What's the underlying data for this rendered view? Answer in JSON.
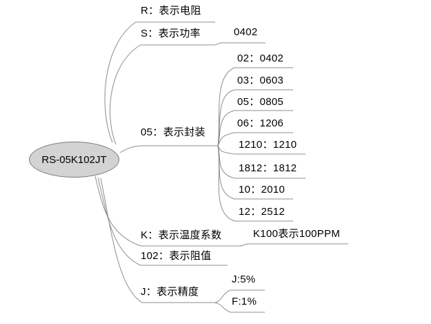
{
  "colors": {
    "background": "#ffffff",
    "root_fill": "#d3d3d3",
    "root_stroke": "#7a7a7a",
    "line": "#8c8c8c",
    "text": "#000000"
  },
  "root": {
    "label": "RS-05K102JT"
  },
  "branches": [
    {
      "label": "R：表示电阻",
      "children": []
    },
    {
      "label": "S：表示功率",
      "children": [
        {
          "label": "0402"
        }
      ]
    },
    {
      "label": "05：表示封装",
      "children": [
        {
          "label": "02：0402"
        },
        {
          "label": "03：0603"
        },
        {
          "label": "05：0805"
        },
        {
          "label": "06：1206"
        },
        {
          "label": "1210：1210"
        },
        {
          "label": "1812：1812"
        },
        {
          "label": "10：2010"
        },
        {
          "label": "12：2512"
        }
      ]
    },
    {
      "label": "K：表示温度系数",
      "children": [
        {
          "label": "K100表示100PPM"
        }
      ]
    },
    {
      "label": "102：表示阻值",
      "children": []
    },
    {
      "label": "J：表示精度",
      "children": [
        {
          "label": "J:5%"
        },
        {
          "label": "F:1%"
        }
      ]
    }
  ]
}
